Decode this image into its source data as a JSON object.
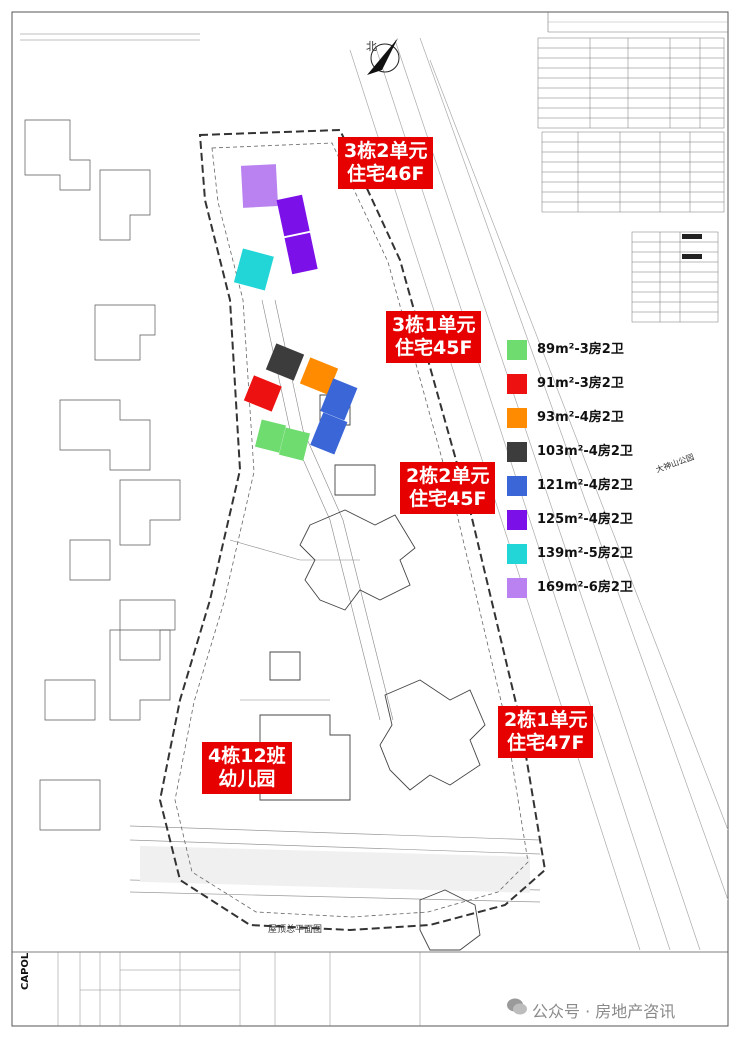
{
  "map": {
    "north_label": "北",
    "park_label": "大神山公园",
    "plan_title": "屋顶总平面图"
  },
  "callouts": [
    {
      "id": "b3u2",
      "line1": "3栋2单元",
      "line2": "住宅46F"
    },
    {
      "id": "b3u1",
      "line1": "3栋1单元",
      "line2": "住宅45F"
    },
    {
      "id": "b2u2",
      "line1": "2栋2单元",
      "line2": "住宅45F"
    },
    {
      "id": "b2u1",
      "line1": "2栋1单元",
      "line2": "住宅47F"
    },
    {
      "id": "b4k",
      "line1": "4栋12班",
      "line2": "幼儿园"
    }
  ],
  "legend": [
    {
      "label": "89m²-3房2卫",
      "color": "#6fdc6f"
    },
    {
      "label": "91m²-3房2卫",
      "color": "#ee1111"
    },
    {
      "label": "93m²-4房2卫",
      "color": "#ff8c00"
    },
    {
      "label": "103m²-4房2卫",
      "color": "#3c3c3c"
    },
    {
      "label": "121m²-4房2卫",
      "color": "#3a66d8"
    },
    {
      "label": "125m²-4房2卫",
      "color": "#7b10e8"
    },
    {
      "label": "139m²-5房2卫",
      "color": "#22d6d8"
    },
    {
      "label": "169m²-6房2卫",
      "color": "#b982f0"
    }
  ],
  "watermark": "公众号 · 房地产咨讯",
  "brand": "CAPOL"
}
